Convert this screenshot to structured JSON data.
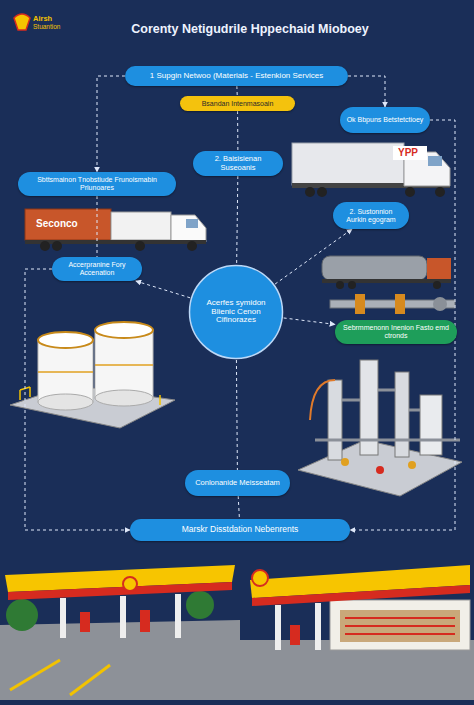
{
  "diagram": {
    "title": "Corenty Netigudrile Hppechaid Mioboey",
    "nodes": [
      {
        "text": [
          "1 Supgin Netwoo (Materials - Estenkion Services"
        ]
      },
      {
        "text": [
          "Bsandan Intenmasoain"
        ]
      },
      {
        "text": [
          "Ok Bbpuns Betstetctioey"
        ]
      },
      {
        "text": [
          "2. Baisisienan Suseoanis"
        ]
      },
      {
        "text": [
          "Sbttsmainon Tnobstiude Frunoismabin Priunoares"
        ]
      },
      {
        "text": [
          "2. Sustonnion Aurkin egogram"
        ]
      },
      {
        "text": [
          "Accerpranine Fory Accenation"
        ]
      },
      {
        "text": [
          "Acerfes symidon Blienic Cenon Cifinorazes"
        ]
      },
      {
        "text": [
          "Sebrmmenonn Inenion Fasto emd ctronds"
        ]
      },
      {
        "text": [
          "Conlonanide Meisseatam"
        ]
      },
      {
        "text": [
          "Marskr Disstdation Nebenrents"
        ]
      }
    ],
    "edges": [
      {
        "from": 0,
        "to": 1,
        "arrow": "none"
      },
      {
        "from": 1,
        "to": 3,
        "arrow": "none"
      },
      {
        "from": 3,
        "to": 7,
        "arrow": "none"
      },
      {
        "from": 7,
        "to": 9,
        "arrow": "none"
      },
      {
        "from": 9,
        "to": 10,
        "arrow": "none"
      },
      {
        "from": 0,
        "to": 2,
        "arrow": "to"
      },
      {
        "from": 0,
        "to": 4,
        "arrow": "to"
      },
      {
        "from": 7,
        "to": 6,
        "arrow": "to"
      },
      {
        "from": 7,
        "to": 5,
        "arrow": "to"
      },
      {
        "from": 7,
        "to": 8,
        "arrow": "to"
      },
      {
        "from": 6,
        "to": 10,
        "arrow": "to"
      },
      {
        "from": 2,
        "to": 10,
        "arrow": "to"
      },
      {
        "from": 4,
        "to": 6,
        "arrow": "none"
      }
    ],
    "labels": [
      "Airsh",
      "Stuantion",
      "YPP",
      "Seconco"
    ]
  }
}
